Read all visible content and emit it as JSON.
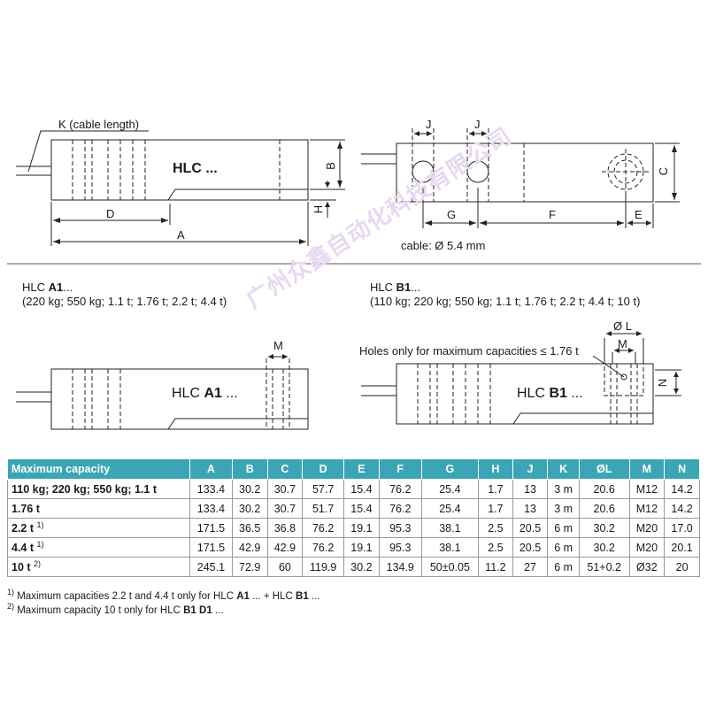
{
  "drawing_top": {
    "label_k": "K (cable length)",
    "label_hlc": "HLC ...",
    "label_b": "B",
    "label_h": "H",
    "label_d": "D",
    "label_a": "A",
    "label_j1": "J",
    "label_j2": "J",
    "label_c": "C",
    "label_g": "G",
    "label_f": "F",
    "label_e": "E",
    "cable": "cable: Ø 5.4 mm"
  },
  "variant_a1": {
    "title_prefix": "HLC ",
    "title_bold": "A1",
    "title_suffix": "...",
    "capacities": "(220 kg; 550 kg; 1.1 t; 1.76 t; 2.2 t; 4.4 t)",
    "label_m": "M",
    "body_prefix": "HLC ",
    "body_bold": "A1",
    "body_suffix": " ..."
  },
  "variant_b1": {
    "title_prefix": "HLC ",
    "title_bold": "B1",
    "title_suffix": "...",
    "capacities": "(110 kg; 220 kg; 550 kg; 1.1 t; 1.76 t; 2.2 t; 4.4 t; 10 t)",
    "label_l": "Ø L",
    "label_m": "M",
    "label_n": "N",
    "holes_note": "Holes only for maximum capacities  ≤ 1.76 t",
    "body_prefix": "HLC ",
    "body_bold": "B1",
    "body_suffix": " ..."
  },
  "watermark": "广州众鑫自动化科技有限公司",
  "table": {
    "headers": [
      "Maximum capacity",
      "A",
      "B",
      "C",
      "D",
      "E",
      "F",
      "G",
      "H",
      "J",
      "K",
      "ØL",
      "M",
      "N"
    ],
    "rows": [
      {
        "cap": "110 kg; 220 kg; 550 kg; 1.1 t",
        "sup": "",
        "cells": [
          "133.4",
          "30.2",
          "30.7",
          "57.7",
          "15.4",
          "76.2",
          "25.4",
          "1.7",
          "13",
          "3 m",
          "20.6",
          "M12",
          "14.2"
        ]
      },
      {
        "cap": "1.76 t",
        "sup": "",
        "cells": [
          "133.4",
          "30.2",
          "30.7",
          "51.7",
          "15.4",
          "76.2",
          "25.4",
          "1.7",
          "13",
          "3 m",
          "20.6",
          "M12",
          "14.2"
        ]
      },
      {
        "cap": "2.2 t",
        "sup": "1)",
        "cells": [
          "171.5",
          "36.5",
          "36.8",
          "76.2",
          "19.1",
          "95.3",
          "38.1",
          "2.5",
          "20.5",
          "6 m",
          "30.2",
          "M20",
          "17.0"
        ]
      },
      {
        "cap": "4.4 t",
        "sup": "1)",
        "cells": [
          "171.5",
          "42.9",
          "42.9",
          "76.2",
          "19.1",
          "95.3",
          "38.1",
          "2.5",
          "20.5",
          "6 m",
          "30.2",
          "M20",
          "20.1"
        ]
      },
      {
        "cap": "10 t",
        "sup": "2)",
        "cells": [
          "245.1",
          "72.9",
          "60",
          "119.9",
          "30.2",
          "134.9",
          "50±0.05",
          "11.2",
          "27",
          "6 m",
          "51+0.2",
          "Ø32",
          "20"
        ]
      }
    ]
  },
  "footnotes": {
    "fn1_mark": "1)",
    "fn1_a": "Maximum capacities 2.2 t and 4.4 t only for HLC ",
    "fn1_b": "A1",
    "fn1_c": " ... + HLC ",
    "fn1_d": "B1",
    "fn1_e": " ...",
    "fn2_mark": "2)",
    "fn2_a": "Maximum capacity 10 t only for HLC ",
    "fn2_b": "B1 D1",
    "fn2_c": " ..."
  }
}
